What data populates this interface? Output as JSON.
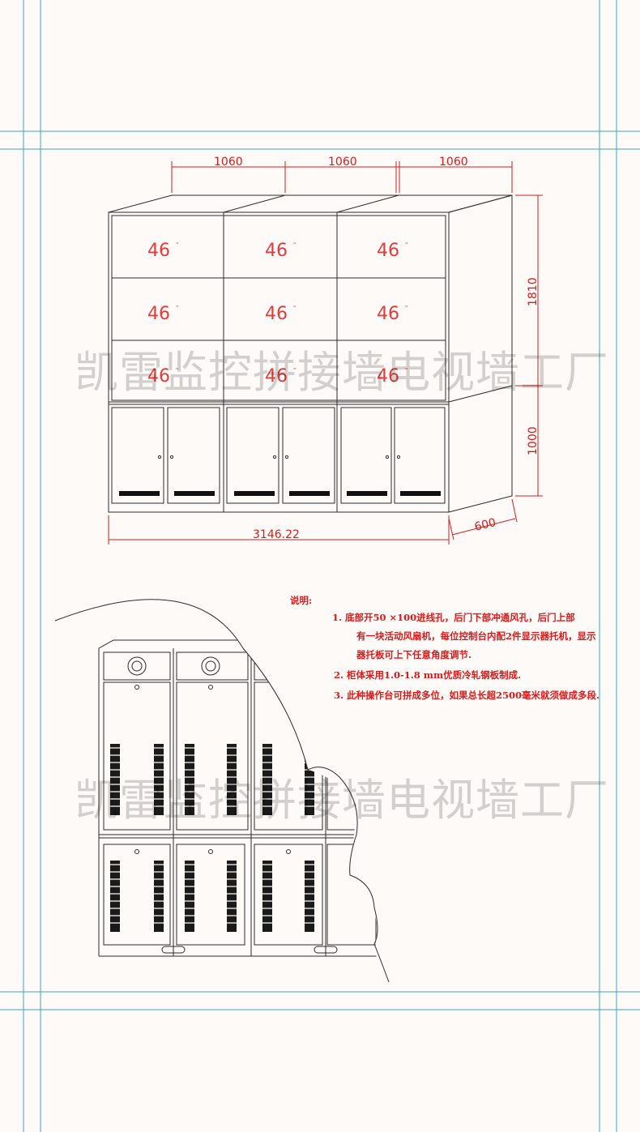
{
  "dimensions": {
    "widths": [
      "1060",
      "1060",
      "1060"
    ],
    "total_width": "3146.22",
    "depth": "600",
    "upper_height": "1810",
    "lower_height": "1000"
  },
  "screens": {
    "size_label": "46",
    "unit_mark": "\""
  },
  "notes": {
    "heading": "说明:",
    "line1a": "1. 底部开50  ×100进线孔，后门下部冲通风孔，后门上部",
    "line1b": "有一块活动风扇机，每位控制台内配2件显示器托机，显示",
    "line1c": "器托板可上下任意角度调节.",
    "line2": "2. 柜体采用1.0-1.8    mm优质冷轧钢板制成.",
    "line3": "3. 此种操作台可拼成多位，如果总长超2500毫米就须做成多段."
  },
  "watermark": "凯雷监控拼接墙电视墙工厂",
  "colors": {
    "guide": "#3aa6c8",
    "line": "#2b2b2b",
    "dimension": "#d91c1c",
    "text": "#e53b3b"
  }
}
